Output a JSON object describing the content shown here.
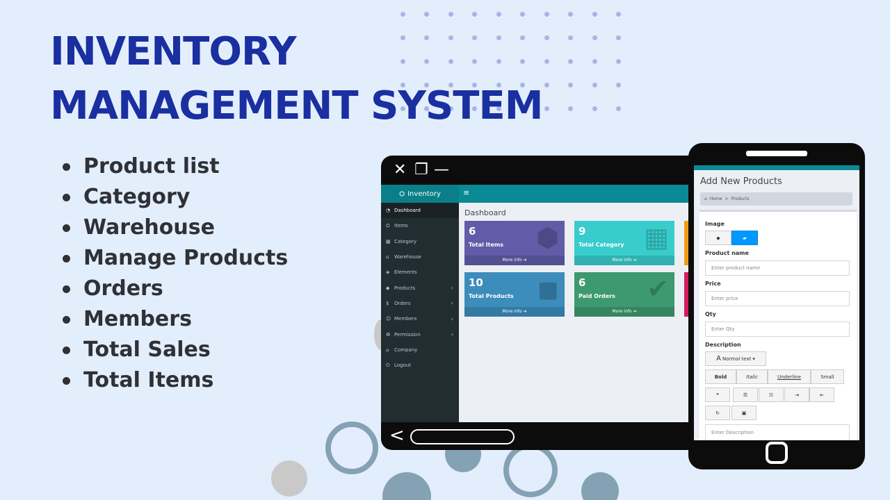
{
  "headline": {
    "line1": "INVENTORY",
    "line2": "MANAGEMENT SYSTEM"
  },
  "features": [
    "Product list",
    "Category",
    "Warehouse",
    "Manage Products",
    "Orders",
    "Members",
    "Total Sales",
    "Total Items"
  ],
  "colors": {
    "background": "#e3eefc",
    "headline": "#1a2fa0",
    "teal_bar": "#098a94",
    "sidebar": "#222d32"
  },
  "desktop": {
    "brand": "Inventory",
    "menu_toggle_icon": "hamburger-icon",
    "sidebar": [
      {
        "label": "Dashboard",
        "icon": "dashboard-icon",
        "arrow": ""
      },
      {
        "label": "Items",
        "icon": "cubes-icon",
        "arrow": ""
      },
      {
        "label": "Category",
        "icon": "grid-icon",
        "arrow": ""
      },
      {
        "label": "Warehouse",
        "icon": "bank-icon",
        "arrow": ""
      },
      {
        "label": "Elements",
        "icon": "elements-icon",
        "arrow": ""
      },
      {
        "label": "Products",
        "icon": "tag-icon",
        "arrow": "‹"
      },
      {
        "label": "Orders",
        "icon": "dollar-icon",
        "arrow": "‹"
      },
      {
        "label": "Members",
        "icon": "users-icon",
        "arrow": "‹"
      },
      {
        "label": "Permission",
        "icon": "recycle-icon",
        "arrow": "‹"
      },
      {
        "label": "Company",
        "icon": "bank-icon",
        "arrow": ""
      },
      {
        "label": "Logout",
        "icon": "power-icon",
        "arrow": ""
      }
    ],
    "page_title": "Dashboard",
    "boxes": [
      {
        "number": "6",
        "label": "Total Items",
        "footer": "More info ➔",
        "color": "#605ca8"
      },
      {
        "number": "9",
        "label": "Total Category",
        "footer": "More info ➔",
        "color": "#39cccc"
      },
      {
        "number": "10",
        "label": "Total Products",
        "footer": "More info ➔",
        "color": "#3c8dbc"
      },
      {
        "number": "6",
        "label": "Paid Orders",
        "footer": "More info ➔",
        "color": "#3d9970"
      }
    ]
  },
  "mobile": {
    "title": "Add New Products",
    "breadcrumb": {
      "home": "Home",
      "sep": ">",
      "current": "Products"
    },
    "fields": {
      "image_label": "Image",
      "product_name_label": "Product name",
      "product_name_placeholder": "Enter product name",
      "price_label": "Price",
      "price_placeholder": "Enter price",
      "qty_label": "Qty",
      "qty_placeholder": "Enter Qty",
      "description_label": "Description",
      "description_placeholder": "Enter Description"
    },
    "editor": {
      "font_menu": "Normal text",
      "bold": "Bold",
      "italic": "Italic",
      "underline": "Underline",
      "small": "Small"
    }
  }
}
